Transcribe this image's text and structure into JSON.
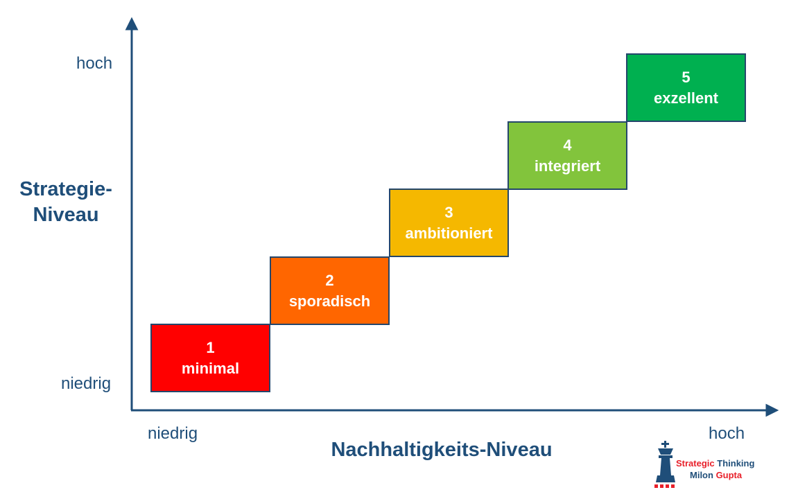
{
  "y_axis": {
    "title_line1": "Strategie-",
    "title_line2": "Niveau",
    "high": "hoch",
    "low": "niedrig"
  },
  "x_axis": {
    "title": "Nachhaltigkeits-Niveau",
    "high": "hoch",
    "low": "niedrig"
  },
  "levels": [
    {
      "num": "1",
      "label": "minimal",
      "color": "#FF0000"
    },
    {
      "num": "2",
      "label": "sporadisch",
      "color": "#FF6600"
    },
    {
      "num": "3",
      "label": "ambitioniert",
      "color": "#F5B800"
    },
    {
      "num": "4",
      "label": "integriert",
      "color": "#82C43C"
    },
    {
      "num": "5",
      "label": "exzellent",
      "color": "#00B050"
    }
  ],
  "logo": {
    "word1": "Strategic",
    "word2": "Thinking",
    "word3": "Milon",
    "word4": "Gupta"
  }
}
